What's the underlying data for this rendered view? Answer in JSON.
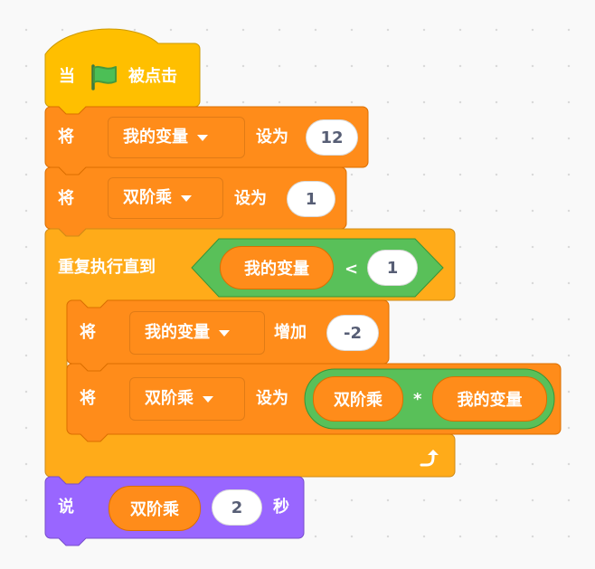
{
  "colors": {
    "events": "#ffbf00",
    "variables": "#ff8c1a",
    "control": "#ffab19",
    "operators": "#59c059",
    "looks": "#9966ff",
    "text_dark": "#575e75"
  },
  "script": {
    "hat": {
      "prefix": "当",
      "icon": "green-flag-icon",
      "suffix": "被点击"
    },
    "set1": {
      "verb": "将",
      "variable": "我的变量",
      "action": "设为",
      "value": "12"
    },
    "set2": {
      "verb": "将",
      "variable": "双阶乘",
      "action": "设为",
      "value": "1"
    },
    "repeat": {
      "label": "重复执行直到",
      "condition": {
        "left": "我的变量",
        "operator": "<",
        "right": "1"
      },
      "end_icon": "loop-arrow-icon"
    },
    "change": {
      "verb": "将",
      "variable": "我的变量",
      "action": "增加",
      "value": "-2"
    },
    "set3": {
      "verb": "将",
      "variable": "双阶乘",
      "action": "设为",
      "expr": {
        "left": "双阶乘",
        "operator": "*",
        "right": "我的变量"
      }
    },
    "say": {
      "verb": "说",
      "message": "双阶乘",
      "seconds": "2",
      "unit": "秒"
    }
  }
}
